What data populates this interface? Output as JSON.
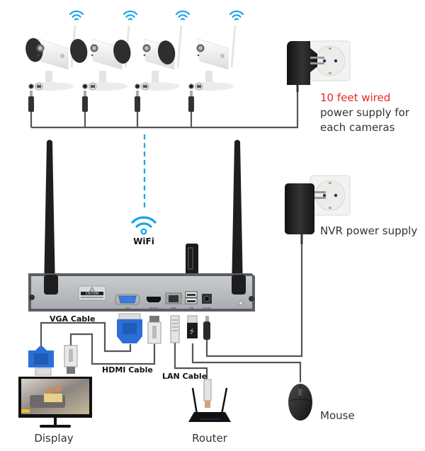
{
  "diagram": {
    "title": "Wireless NVR kit connection diagram",
    "colors": {
      "wifi_blue": "#1aa3ef",
      "cable_gray": "#555555",
      "highlight_red": "#e8262a",
      "vga_blue": "#2a6fd6",
      "nvr_panel": "#b9bdc0",
      "dark_device": "#1e1e1e"
    },
    "cameras": {
      "count": 4,
      "items": [
        {
          "name": "camera-1",
          "icon": "wifi-icon"
        },
        {
          "name": "camera-2",
          "icon": "wifi-icon"
        },
        {
          "name": "camera-3",
          "icon": "wifi-icon"
        },
        {
          "name": "camera-4",
          "icon": "wifi-icon"
        }
      ]
    },
    "camera_power": {
      "line1": "10 feet wired",
      "line2": "power supply for",
      "line3": "each cameras"
    },
    "wifi_label": "WiFi",
    "nvr_power": {
      "label": "NVR power supply"
    },
    "nvr": {
      "caution_label": "CAUTION",
      "ports": [
        {
          "id": "vga",
          "label": "VGA"
        },
        {
          "id": "hdmi",
          "label": "HD OUT"
        },
        {
          "id": "lan",
          "label": "WAN"
        },
        {
          "id": "usb",
          "label": "USB"
        },
        {
          "id": "dc",
          "label": "DC 12V"
        }
      ]
    },
    "cables": {
      "vga": "VGA Cable",
      "hdmi": "HDMI Cable",
      "lan": "LAN Cable"
    },
    "devices": {
      "display": "Display",
      "router": "Router",
      "mouse": "Mouse"
    }
  }
}
